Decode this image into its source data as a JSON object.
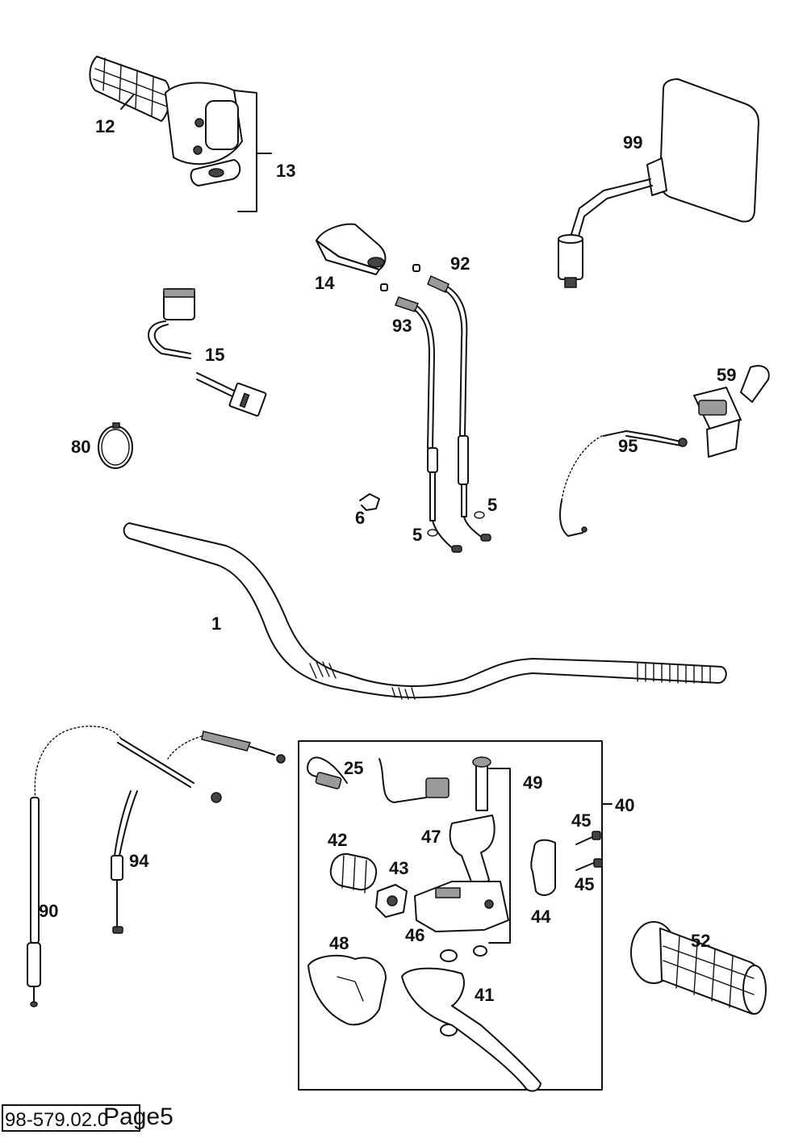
{
  "diagram": {
    "part_labels": {
      "p1": "1",
      "p5a": "5",
      "p5b": "5",
      "p6": "6",
      "p12": "12",
      "p13": "13",
      "p14": "14",
      "p15": "15",
      "p25": "25",
      "p40": "40",
      "p41": "41",
      "p42": "42",
      "p43": "43",
      "p44": "44",
      "p45a": "45",
      "p45b": "45",
      "p46": "46",
      "p47": "47",
      "p48": "48",
      "p49": "49",
      "p52": "52",
      "p59": "59",
      "p80": "80",
      "p90": "90",
      "p92": "92",
      "p93": "93",
      "p94": "94",
      "p95": "95",
      "p99": "99"
    },
    "footer": {
      "drawing_number": "98-579.02.0",
      "page_label": "Page5"
    }
  }
}
